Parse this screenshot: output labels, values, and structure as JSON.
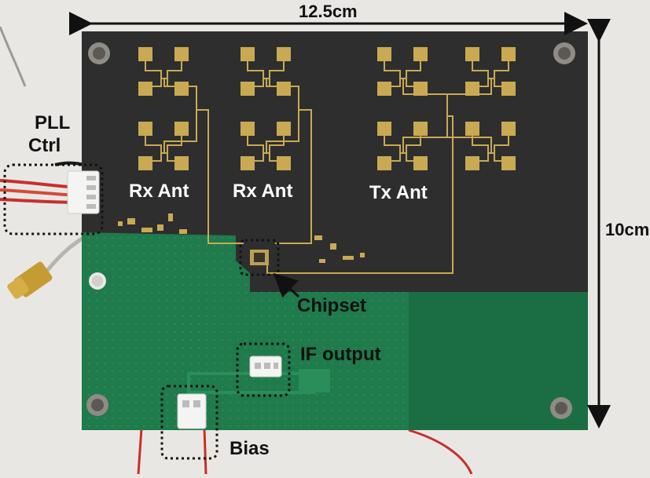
{
  "labels": {
    "width_dim": "12.5cm",
    "height_dim": "10cm",
    "pll_line1": "PLL",
    "pll_line2": "Ctrl",
    "rx_ant_1": "Rx Ant",
    "rx_ant_2": "Rx Ant",
    "tx_ant": "Tx Ant",
    "chipset": "Chipset",
    "if_output": "IF output",
    "bias": "Bias"
  },
  "colors": {
    "background": "#e9e7e4",
    "pcb_dark": "#2e2e2e",
    "pcb_green": "#1f7a4c",
    "gold": "#c9aa52",
    "marker": "#111111"
  }
}
